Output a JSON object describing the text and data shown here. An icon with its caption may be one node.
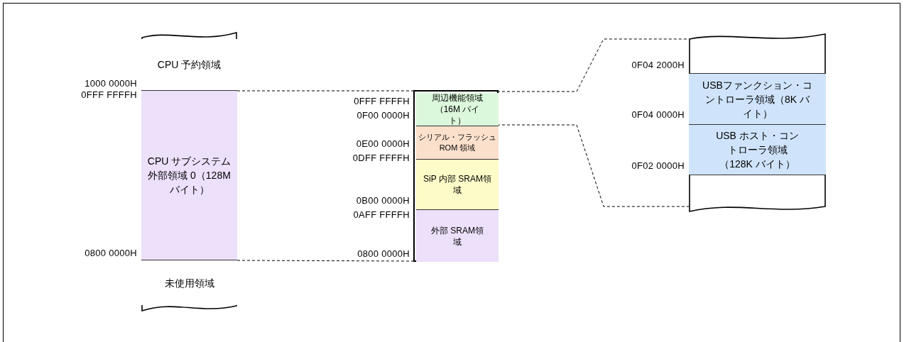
{
  "diagram": {
    "nodes": [
      {
        "text": [],
        "shape": "box"
      },
      {
        "text": [
          "CPU 予約領域"
        ],
        "in": 0
      },
      {
        "text": [
          "CPU サブシステム外部領域 0（128M バイト）"
        ],
        "in": 0
      },
      {
        "text": [
          "未使用領域"
        ],
        "in": 0
      },
      {
        "text": [],
        "shape": "box"
      },
      {
        "text": [
          "周辺機能領域（16M バイト）"
        ],
        "in": 4
      },
      {
        "text": [
          "シリアル・フラッシュROM 領域"
        ],
        "in": 4
      },
      {
        "text": [
          "SiP 内部 SRAM領域"
        ],
        "in": 4
      },
      {
        "text": [
          "外部 SRAM領域"
        ],
        "in": 4
      },
      {
        "text": [],
        "shape": "box"
      },
      {
        "text": [
          "USBファンクション・コントローラ領域（8K バイト）"
        ],
        "in": 9
      },
      {
        "text": [
          "USB ホスト・コントローラ領域（128K バイト）"
        ],
        "in": 9
      }
    ],
    "edges": [
      {
        "from": 2,
        "to": 4,
        "arrow": "none",
        "style": "dashed"
      },
      {
        "from": 2,
        "to": 4,
        "arrow": "none",
        "style": "dashed"
      },
      {
        "from": 5,
        "to": 9,
        "arrow": "none",
        "style": "dashed"
      },
      {
        "from": 5,
        "to": 9,
        "arrow": "none",
        "style": "dashed"
      }
    ],
    "labels": [
      "1000 0000H",
      "0FFF FFFFH",
      "0800 0000H",
      "0FFF FFFFH",
      "0F00 0000H",
      "0E00 0000H",
      "0DFF FFFFH",
      "0B00 0000H",
      "0AFF FFFFH",
      "0800 0000H",
      "0F04 2000H",
      "0F04 0000H",
      "0F02 0000H"
    ]
  }
}
